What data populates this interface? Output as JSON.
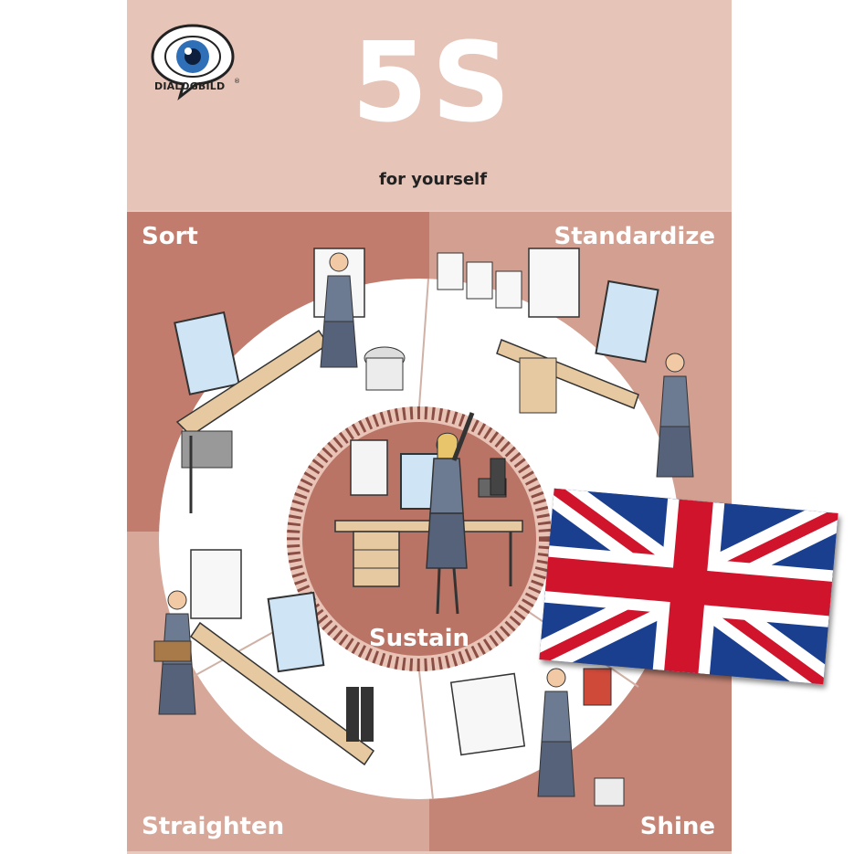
{
  "brand": {
    "name": "DIALOGBILD",
    "registered": "®"
  },
  "title": "5S",
  "subtitle": "for yourself",
  "quadrants": {
    "sort": "Sort",
    "standardize": "Standardize",
    "straighten": "Straighten",
    "shine": "Shine"
  },
  "center_label": "Sustain",
  "flag": {
    "country": "United Kingdom",
    "colors": {
      "blue": "#1b3f8f",
      "red": "#cf142b",
      "white": "#ffffff"
    }
  },
  "colors": {
    "poster_bg": "#e9c9bd",
    "header_bg": "#e6c4b8",
    "sort_bg": "#c17c6e",
    "standardize_bg": "#d29f90",
    "straighten_bg": "#d7a89a",
    "shine_bg": "#c48576",
    "ring": "#ffffff",
    "center": "#b97466"
  }
}
